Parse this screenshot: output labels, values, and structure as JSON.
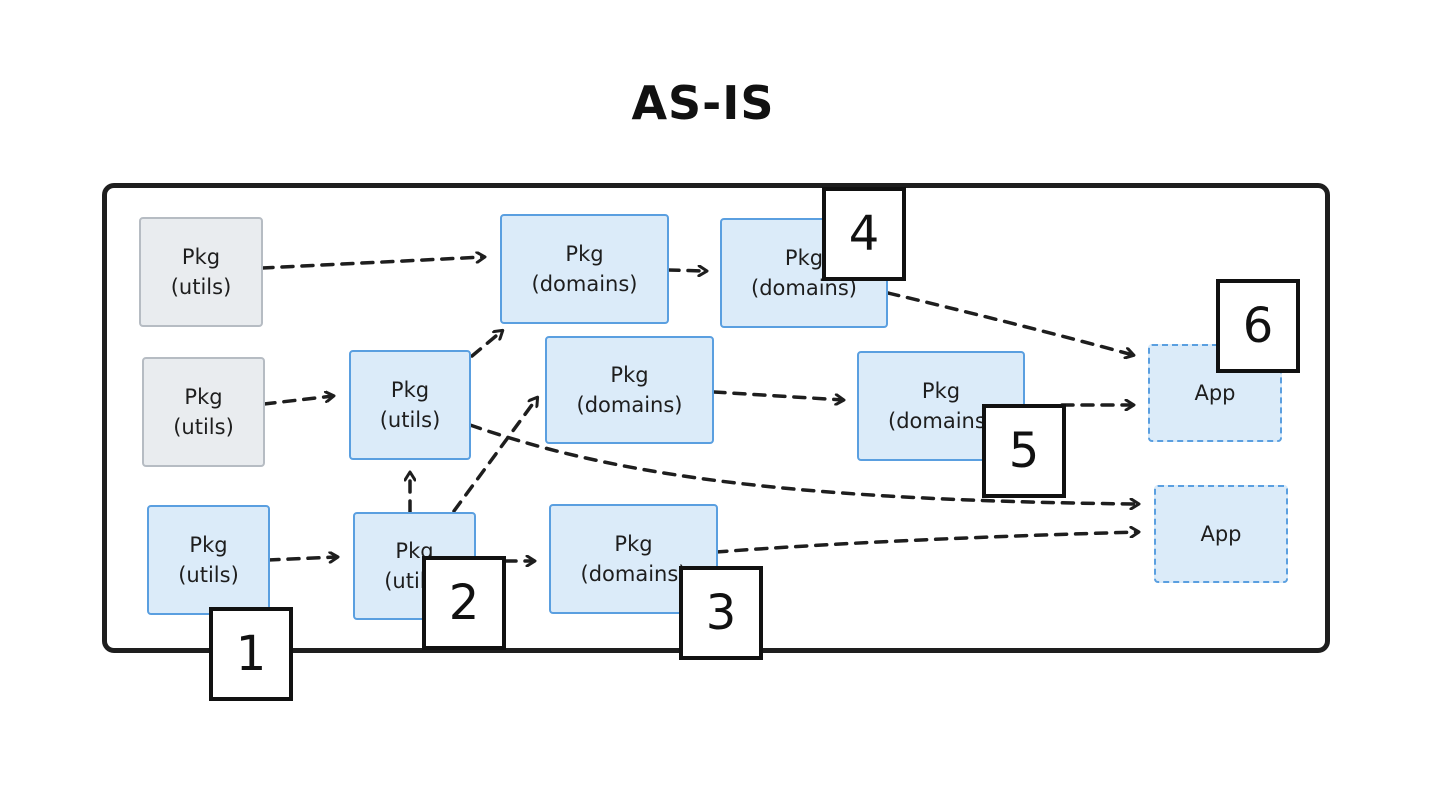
{
  "title": "AS-IS",
  "nodes": {
    "utils_gray_1": {
      "line1": "Pkg",
      "line2": "(utils)"
    },
    "utils_gray_2": {
      "line1": "Pkg",
      "line2": "(utils)"
    },
    "utils_blue_bottom": {
      "line1": "Pkg",
      "line2": "(utils)"
    },
    "utils_mid": {
      "line1": "Pkg",
      "line2": "(utils)"
    },
    "utils_low": {
      "line1": "Pkg",
      "line2": "(utils)"
    },
    "domains_top_1": {
      "line1": "Pkg",
      "line2": "(domains)"
    },
    "domains_top_2": {
      "line1": "Pkg",
      "line2": "(domains)"
    },
    "domains_mid_1": {
      "line1": "Pkg",
      "line2": "(domains)"
    },
    "domains_mid_2": {
      "line1": "Pkg",
      "line2": "(domains)"
    },
    "domains_low": {
      "line1": "Pkg",
      "line2": "(domains)"
    },
    "app_1": {
      "label": "App"
    },
    "app_2": {
      "label": "App"
    }
  },
  "badges": [
    "1",
    "2",
    "3",
    "4",
    "5",
    "6"
  ],
  "colors": {
    "gray_fill": "#e9ecef",
    "gray_stroke": "#b6bcc3",
    "blue_fill": "#dbebf9",
    "blue_stroke": "#5a9fe0",
    "ink": "#1e1e1e"
  }
}
